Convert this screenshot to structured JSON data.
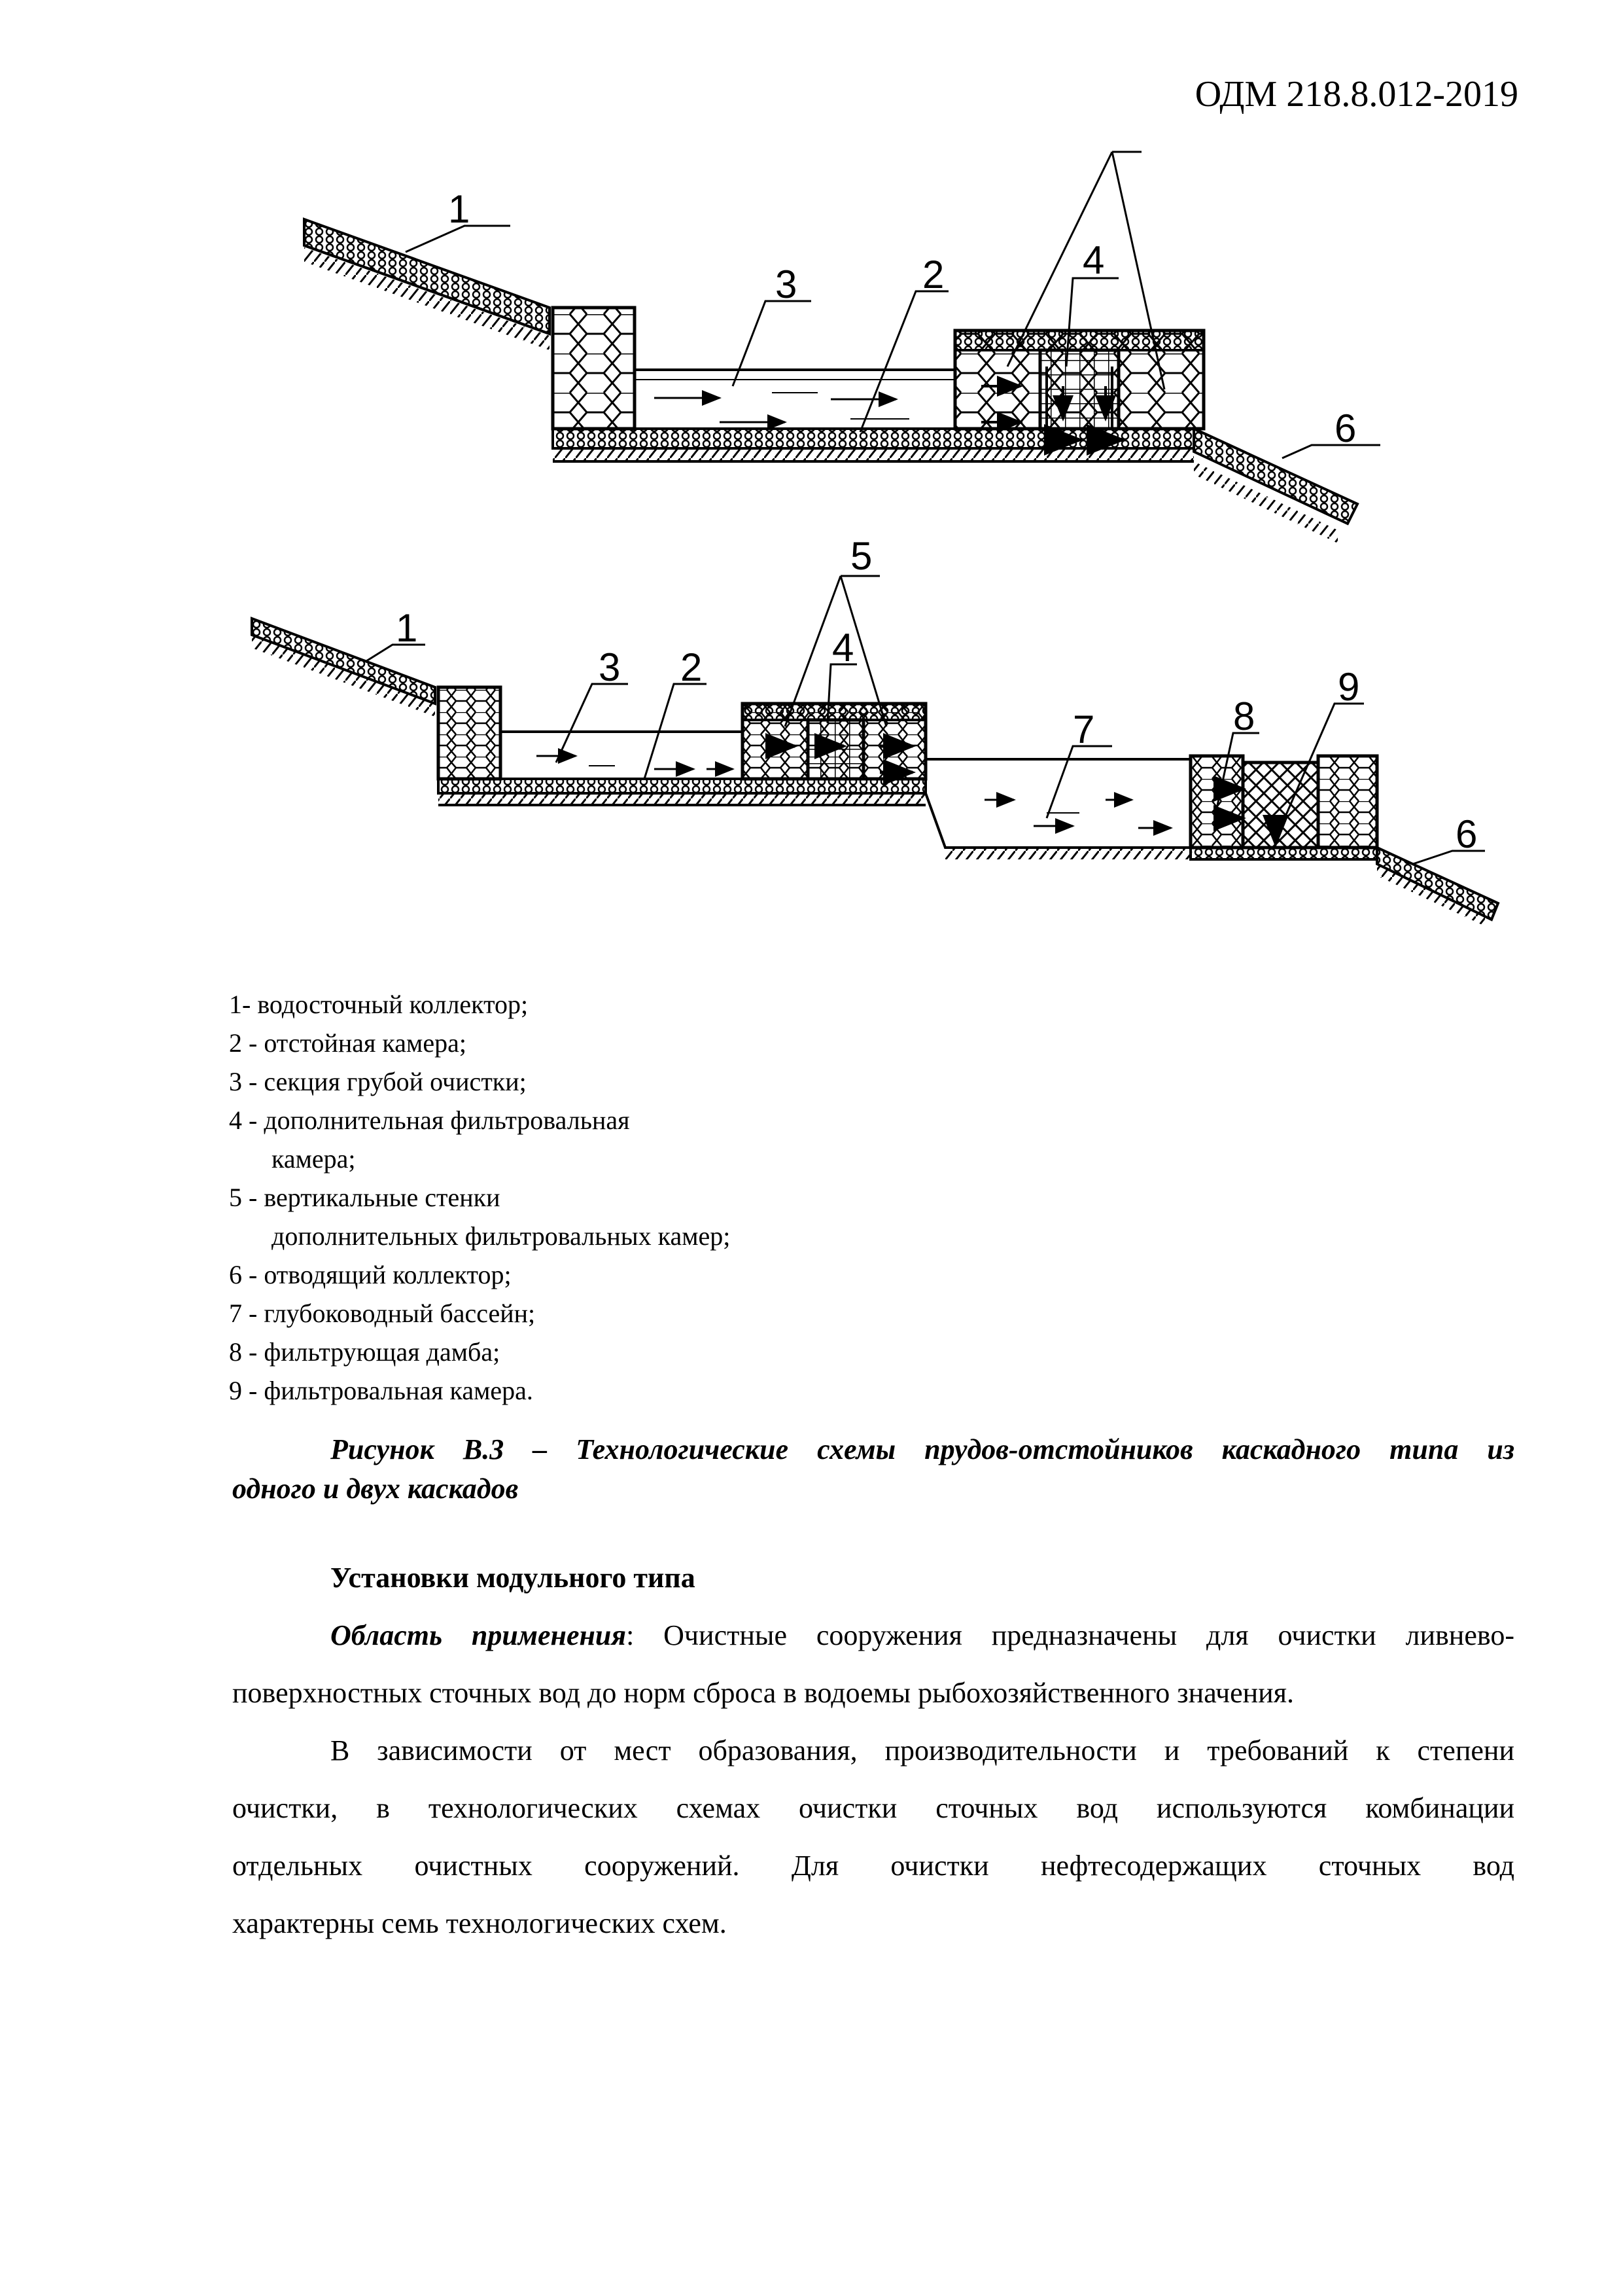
{
  "header": {
    "doc_code": "ОДМ 218.8.012-2019"
  },
  "figure": {
    "diagram_top_labels": [
      "1",
      "3",
      "2",
      "4",
      "6"
    ],
    "diagram_bottom_labels": [
      "5",
      "1",
      "3",
      "2",
      "4",
      "7",
      "8",
      "9",
      "6"
    ]
  },
  "legend": [
    {
      "line": "1- водосточный коллектор;"
    },
    {
      "line": "2 - отстойная камера;"
    },
    {
      "line": "3 - секция грубой очистки;"
    },
    {
      "line": "4 - дополнительная фильтровальная",
      "cont": "камера;"
    },
    {
      "line": "5 - вертикальные стенки",
      "cont": "дополнительных фильтровальных камер;"
    },
    {
      "line": "6 - отводящий коллектор;"
    },
    {
      "line": "7 - глубоководный бассейн;"
    },
    {
      "line": "8 - фильтрующая дамба;"
    },
    {
      "line": "9 - фильтровальная камера."
    }
  ],
  "caption": {
    "line1": "Рисунок В.3 – Технологические схемы прудов-отстойников каскадного типа из",
    "line2": "одного и двух каскадов"
  },
  "section": {
    "title": "Установки модульного типа"
  },
  "body": {
    "p1_label": "Область применения",
    "p1_line1_rest": ": Очистные сооружения предназначены для очистки ливнево-",
    "p1_line2": "поверхностных сточных вод до норм сброса в водоемы рыбохозяйственного значения.",
    "p2_line1": "В зависимости от мест образования, производительности и требований к степени",
    "p2_line2": "очистки, в технологических схемах очистки сточных вод используются комбинации",
    "p2_line3": "отдельных очистных сооружений. Для очистки нефтесодержащих сточных вод",
    "p2_line4": "характерны семь технологических схем."
  }
}
